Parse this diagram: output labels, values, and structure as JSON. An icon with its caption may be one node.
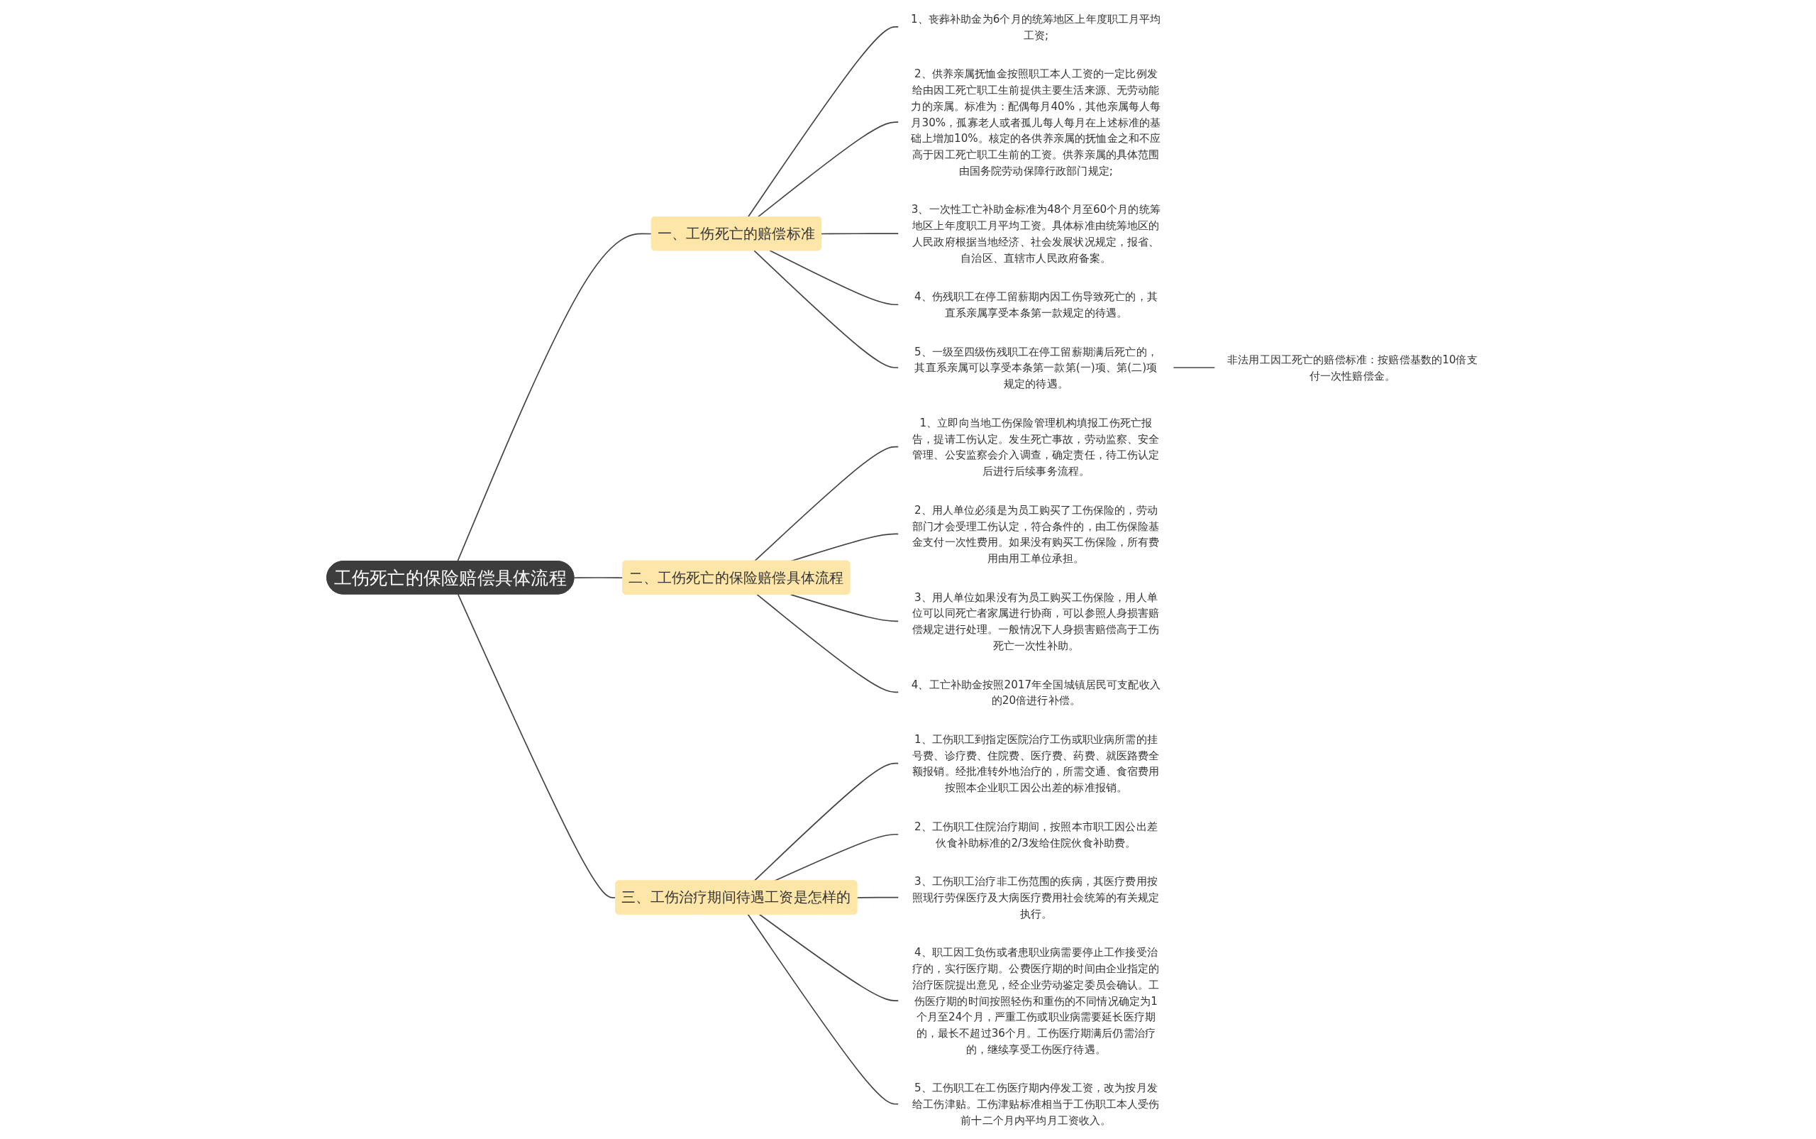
{
  "diagram": {
    "nodes": [
      {
        "text": [
          "工伤死亡的保险赔偿具体流程"
        ]
      },
      {
        "text": [
          "一、工伤死亡的赔偿标准"
        ]
      },
      {
        "text": [
          "1、丧葬补助金为6个月的统筹地区上年度职工月平均工资;"
        ]
      },
      {
        "text": [
          "2、供养亲属抚恤金按照职工本人工资的一定比例发给由因工死亡职工生前提供主要生活来源、无劳动能力的亲属。标准为：配偶每月40%，其他亲属每人每月30%，孤寡老人或者孤儿每人每月在上述标准的基础上增加10%。核定的各供养亲属的抚恤金之和不应高于因工死亡职工生前的工资。供养亲属的具体范围由国务院劳动保障行政部门规定;"
        ]
      },
      {
        "text": [
          "3、一次性工亡补助金标准为48个月至60个月的统筹地区上年度职工月平均工资。具体标准由统筹地区的人民政府根据当地经济、社会发展状况规定，报省、自治区、直辖市人民政府备案。"
        ]
      },
      {
        "text": [
          "4、伤残职工在停工留薪期内因工伤导致死亡的，其直系亲属享受本条第一款规定的待遇。"
        ]
      },
      {
        "text": [
          "5、一级至四级伤残职工在停工留薪期满后死亡的，其直系亲属可以享受本条第一款第(一)项、第(二)项规定的待遇。"
        ]
      },
      {
        "text": [
          "非法用工因工死亡的赔偿标准：按赔偿基数的10倍支付一次性赔偿金。"
        ]
      },
      {
        "text": [
          "二、工伤死亡的保险赔偿具体流程"
        ]
      },
      {
        "text": [
          "1、立即向当地工伤保险管理机构填报工伤死亡报告，提请工伤认定。发生死亡事故，劳动监察、安全管理、公安监察会介入调查，确定责任，待工伤认定后进行后续事务流程。"
        ]
      },
      {
        "text": [
          "2、用人单位必须是为员工购买了工伤保险的，劳动部门才会受理工伤认定，符合条件的，由工伤保险基金支付一次性费用。如果没有购买工伤保险，所有费用由用工单位承担。"
        ]
      },
      {
        "text": [
          "3、用人单位如果没有为员工购买工伤保险，用人单位可以同死亡者家属进行协商，可以参照人身损害赔偿规定进行处理。一般情况下人身损害赔偿高于工伤死亡一次性补助。"
        ]
      },
      {
        "text": [
          "4、工亡补助金按照2017年全国城镇居民可支配收入的20倍进行补偿。"
        ]
      },
      {
        "text": [
          "三、工伤治疗期间待遇工资是怎样的"
        ]
      },
      {
        "text": [
          "1、工伤职工到指定医院治疗工伤或职业病所需的挂号费、诊疗费、住院费、医疗费、药费、就医路费全额报销。经批准转外地治疗的，所需交通、食宿费用按照本企业职工因公出差的标准报销。"
        ]
      },
      {
        "text": [
          "2、工伤职工住院治疗期间，按照本市职工因公出差伙食补助标准的2/3发给住院伙食补助费。"
        ]
      },
      {
        "text": [
          "3、工伤职工治疗非工伤范围的疾病，其医疗费用按照现行劳保医疗及大病医疗费用社会统筹的有关规定执行。"
        ]
      },
      {
        "text": [
          "4、职工因工负伤或者患职业病需要停止工作接受治疗的，实行医疗期。公费医疗期的时间由企业指定的治疗医院提出意见，经企业劳动鉴定委员会确认。工伤医疗期的时间按照轻伤和重伤的不同情况确定为1个月至24个月，严重工伤或职业病需要延长医疗期的，最长不超过36个月。工伤医疗期满后仍需治疗的，继续享受工伤医疗待遇。"
        ]
      },
      {
        "text": [
          "5、工伤职工在工伤医疗期内停发工资，改为按月发给工伤津贴。工伤津贴标准相当于工伤职工本人受伤前十二个月内平均月工资收入。"
        ]
      }
    ],
    "edges": [
      {
        "from": 0,
        "to": 1,
        "arrow": "none"
      },
      {
        "from": 1,
        "to": 2,
        "arrow": "none"
      },
      {
        "from": 1,
        "to": 3,
        "arrow": "none"
      },
      {
        "from": 1,
        "to": 4,
        "arrow": "none"
      },
      {
        "from": 1,
        "to": 5,
        "arrow": "none"
      },
      {
        "from": 1,
        "to": 6,
        "arrow": "none"
      },
      {
        "from": 6,
        "to": 7,
        "arrow": "none"
      },
      {
        "from": 0,
        "to": 8,
        "arrow": "none"
      },
      {
        "from": 8,
        "to": 9,
        "arrow": "none"
      },
      {
        "from": 8,
        "to": 10,
        "arrow": "none"
      },
      {
        "from": 8,
        "to": 11,
        "arrow": "none"
      },
      {
        "from": 8,
        "to": 12,
        "arrow": "none"
      },
      {
        "from": 0,
        "to": 13,
        "arrow": "none"
      },
      {
        "from": 13,
        "to": 14,
        "arrow": "none"
      },
      {
        "from": 13,
        "to": 15,
        "arrow": "none"
      },
      {
        "from": 13,
        "to": 16,
        "arrow": "none"
      },
      {
        "from": 13,
        "to": 17,
        "arrow": "none"
      },
      {
        "from": 13,
        "to": 18,
        "arrow": "none"
      }
    ]
  }
}
